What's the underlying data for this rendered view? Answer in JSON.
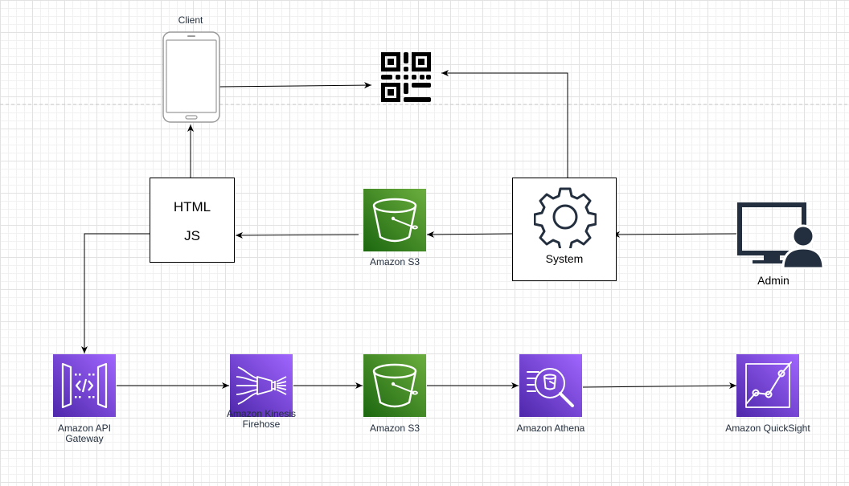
{
  "diagram": {
    "client_label": "Client",
    "html_box": {
      "line1": "HTML",
      "line2": "JS"
    },
    "system_label": "System",
    "admin_label": "Admin",
    "s3_top_label": "Amazon S3",
    "api_gateway_label": "Amazon API\nGateway",
    "kinesis_label": "Amazon Kinesis\nFirehose",
    "s3_bottom_label": "Amazon S3",
    "athena_label": "Amazon Athena",
    "quicksight_label": "Amazon QuickSight"
  },
  "colors": {
    "s3_green_dark": "#1B660F",
    "s3_green_light": "#6CAE3E",
    "analytics_purple_dark": "#4D27AA",
    "analytics_purple_light": "#A166FF",
    "edge": "#000000",
    "text": "#232F3E"
  },
  "icons": {
    "client": "smartphone-icon",
    "qr": "qr-code-icon",
    "system": "gear-icon",
    "admin": "admin-monitor-user-icon",
    "s3": "s3-bucket-icon",
    "api_gateway": "api-gateway-icon",
    "kinesis": "kinesis-firehose-icon",
    "athena": "athena-icon",
    "quicksight": "quicksight-icon"
  }
}
